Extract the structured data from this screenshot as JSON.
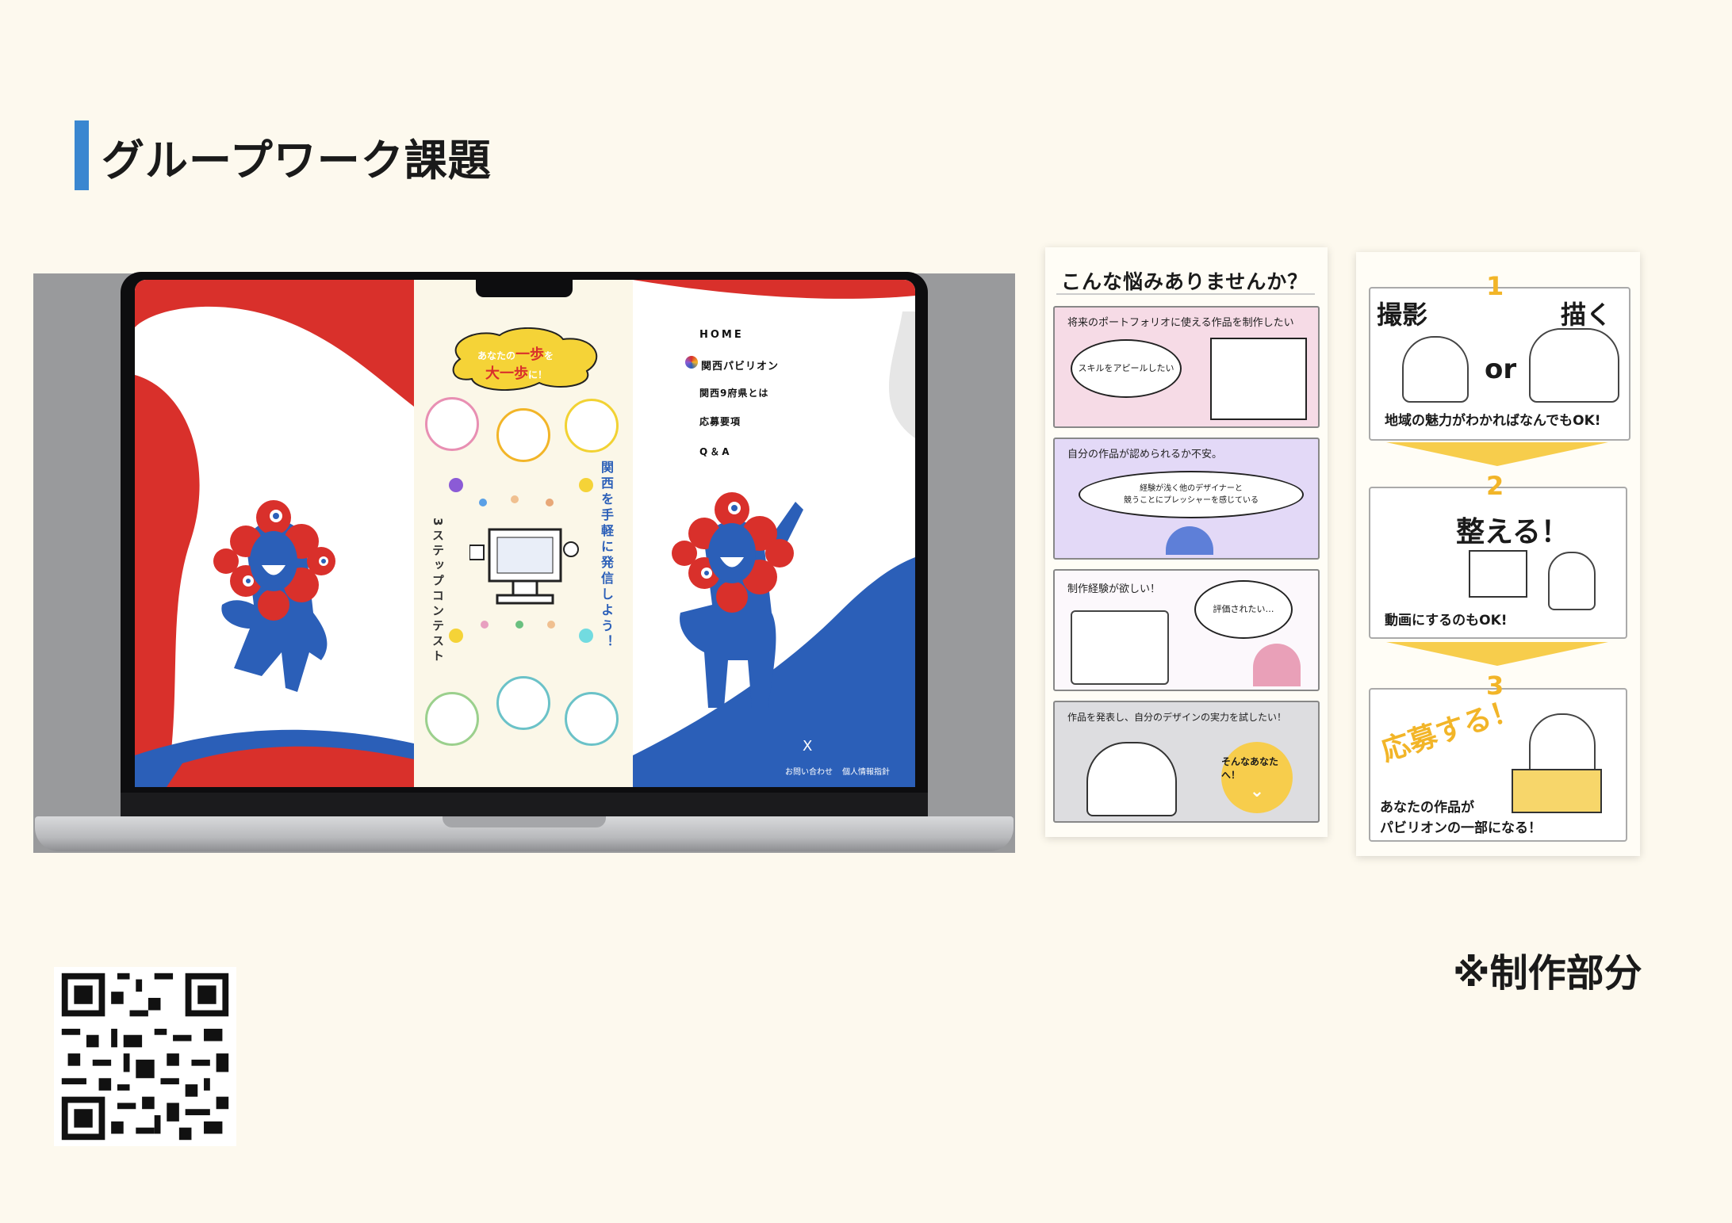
{
  "page": {
    "title": "グループワーク課題",
    "note": "※制作部分"
  },
  "site": {
    "nav": [
      "HOME",
      "関西パビリオン",
      "関西9府県とは",
      "応募要項",
      "Q＆A"
    ],
    "footer": {
      "contact": "お問い合わせ",
      "privacy": "個人情報指針",
      "x_icon": "X"
    },
    "catch_small": "あなたの",
    "catch_big1": "一歩",
    "catch_mid": "を",
    "catch_big2": "大一歩",
    "catch_end": "に！",
    "vertical_main": "関西を手軽に発信しよう！",
    "vertical_sub": "3ステップコンテスト"
  },
  "worries": {
    "heading": "こんな悩みありませんか？",
    "cards": [
      {
        "caption": "将来のポートフォリオに使える作品を制作したい",
        "bubble": "スキルをアピールしたい"
      },
      {
        "caption": "自分の作品が認められるか不安。",
        "bubble": "経験が浅く他のデザイナーと\n競うことにプレッシャーを感じている"
      },
      {
        "caption": "制作経験が欲しい！",
        "bubble": "評価されたい…"
      },
      {
        "caption": "作品を発表し、自分のデザインの実力を試したい！",
        "bubble": "そんなあなたへ！"
      }
    ]
  },
  "steps": [
    {
      "num": "1",
      "left": "撮影",
      "or": "or",
      "right": "描く",
      "caption": "地域の魅力がわかればなんでもOK!"
    },
    {
      "num": "2",
      "title": "整える！",
      "caption": "動画にするのもOK!"
    },
    {
      "num": "3",
      "title": "応募する！",
      "caption_line1": "あなたの作品が",
      "caption_line2": "パビリオンの一部になる！"
    }
  ],
  "colors": {
    "accent": "#3a87d0",
    "red": "#d9302b",
    "blue": "#2b5fb8",
    "yellow": "#f2b528"
  }
}
